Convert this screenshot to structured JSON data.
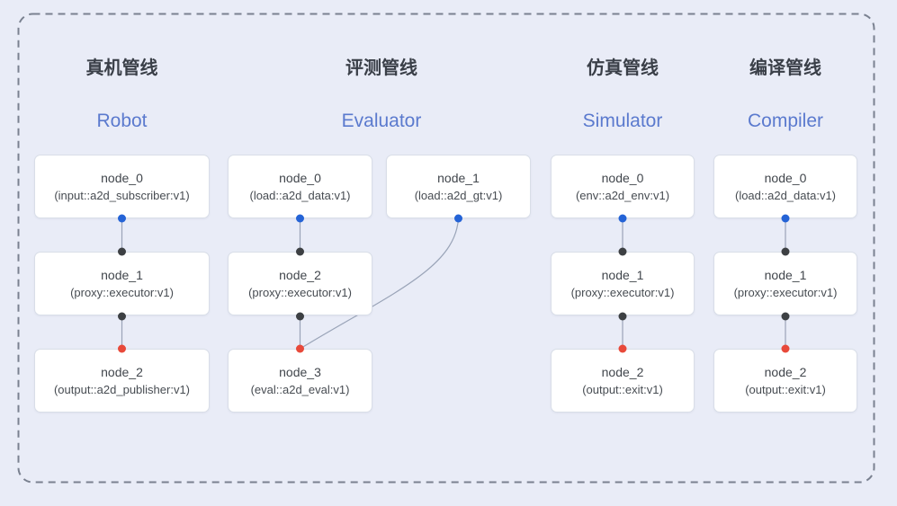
{
  "colors": {
    "background": "#e9ecf7",
    "port_blue": "#2463d6",
    "port_dark": "#3d4043",
    "port_red": "#e8493a",
    "accent_blue": "#5b7ace"
  },
  "pipelines": [
    {
      "title_zh": "真机管线",
      "title_en": "Robot",
      "nodes": [
        {
          "name": "node_0",
          "type": "(input::a2d_subscriber:v1)"
        },
        {
          "name": "node_1",
          "type": "(proxy::executor:v1)"
        },
        {
          "name": "node_2",
          "type": "(output::a2d_publisher:v1)"
        }
      ]
    },
    {
      "title_zh": "评测管线",
      "title_en": "Evaluator",
      "nodes": [
        {
          "name": "node_0",
          "type": "(load::a2d_data:v1)"
        },
        {
          "name": "node_1",
          "type": "(load::a2d_gt:v1)"
        },
        {
          "name": "node_2",
          "type": "(proxy::executor:v1)"
        },
        {
          "name": "node_3",
          "type": "(eval::a2d_eval:v1)"
        }
      ]
    },
    {
      "title_zh": "仿真管线",
      "title_en": "Simulator",
      "nodes": [
        {
          "name": "node_0",
          "type": "(env::a2d_env:v1)"
        },
        {
          "name": "node_1",
          "type": "(proxy::executor:v1)"
        },
        {
          "name": "node_2",
          "type": "(output::exit:v1)"
        }
      ]
    },
    {
      "title_zh": "编译管线",
      "title_en": "Compiler",
      "nodes": [
        {
          "name": "node_0",
          "type": "(load::a2d_data:v1)"
        },
        {
          "name": "node_1",
          "type": "(proxy::executor:v1)"
        },
        {
          "name": "node_2",
          "type": "(output::exit:v1)"
        }
      ]
    }
  ]
}
